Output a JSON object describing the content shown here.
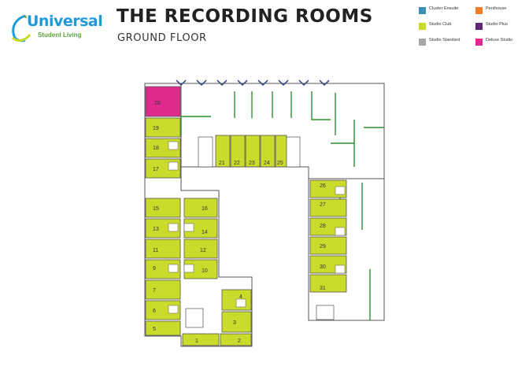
{
  "brand": {
    "logo_word": "Universal",
    "logo_sub": "Student Living"
  },
  "header": {
    "title": "THE RECORDING ROOMS",
    "subtitle": "GROUND FLOOR"
  },
  "legend": [
    {
      "label": "Cluster Ensuite",
      "color": "#3a8fb2"
    },
    {
      "label": "Penthouse",
      "color": "#ef7d29"
    },
    {
      "label": "Studio Club",
      "color": "#c9dc2c"
    },
    {
      "label": "Studio Plus",
      "color": "#5e2a74"
    },
    {
      "label": "Studio Standard",
      "color": "#a8a8a8"
    },
    {
      "label": "Deluxe Studio",
      "color": "#e0288d"
    }
  ],
  "rooms": [
    {
      "label": "20",
      "type": "Deluxe Studio"
    },
    {
      "label": "19",
      "type": "Studio Club"
    },
    {
      "label": "18",
      "type": "Studio Club"
    },
    {
      "label": "17",
      "type": "Studio Club"
    },
    {
      "label": "15",
      "type": "Studio Club"
    },
    {
      "label": "16",
      "type": "Studio Club"
    },
    {
      "label": "13",
      "type": "Studio Club"
    },
    {
      "label": "14",
      "type": "Studio Club"
    },
    {
      "label": "11",
      "type": "Studio Club"
    },
    {
      "label": "12",
      "type": "Studio Club"
    },
    {
      "label": "9",
      "type": "Studio Club"
    },
    {
      "label": "10",
      "type": "Studio Club"
    },
    {
      "label": "7",
      "type": "Studio Club"
    },
    {
      "label": "6",
      "type": "Studio Club"
    },
    {
      "label": "5",
      "type": "Studio Club"
    },
    {
      "label": "4",
      "type": "Studio Club"
    },
    {
      "label": "3",
      "type": "Studio Club"
    },
    {
      "label": "1",
      "type": "Studio Club"
    },
    {
      "label": "2",
      "type": "Studio Club"
    },
    {
      "label": "21",
      "type": "Studio Club"
    },
    {
      "label": "22",
      "type": "Studio Club"
    },
    {
      "label": "23",
      "type": "Studio Club"
    },
    {
      "label": "24",
      "type": "Studio Club"
    },
    {
      "label": "25",
      "type": "Studio Club"
    },
    {
      "label": "26",
      "type": "Studio Club"
    },
    {
      "label": "27",
      "type": "Studio Club"
    },
    {
      "label": "28",
      "type": "Studio Club"
    },
    {
      "label": "29",
      "type": "Studio Club"
    },
    {
      "label": "30",
      "type": "Studio Club"
    },
    {
      "label": "31",
      "type": "Studio Club"
    }
  ]
}
